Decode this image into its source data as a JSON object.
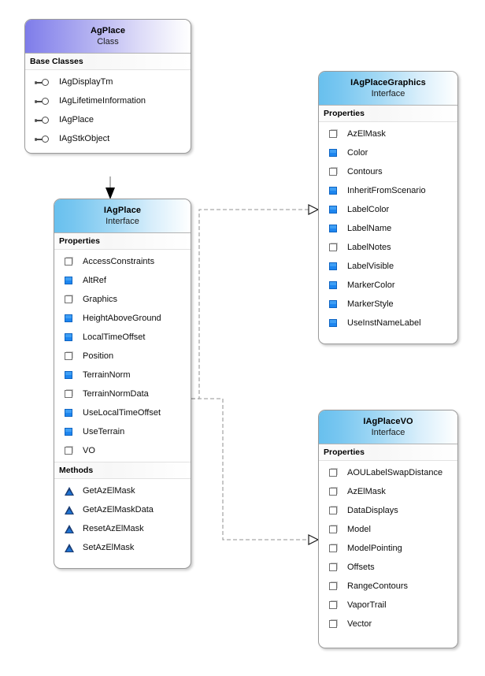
{
  "diagram": {
    "title": "AgPlace class diagram",
    "colors": {
      "class_header_accent": "#7e7ce9",
      "interface_header_accent": "#68c0ee",
      "property_set_icon": "#1e86ef",
      "property_unset_icon": "#ffffff",
      "method_icon": "#1b3c73",
      "box_border": "#9a9a9a",
      "connector": "#8c8c8c"
    }
  },
  "boxes": {
    "ag_place": {
      "title": "AgPlace",
      "stereotype": "Class",
      "sections": [
        {
          "heading": "Base Classes",
          "members": [
            {
              "label": "IAgDisplayTm",
              "icon": "lollipop-icon"
            },
            {
              "label": "IAgLifetimeInformation",
              "icon": "lollipop-icon"
            },
            {
              "label": "IAgPlace",
              "icon": "lollipop-icon"
            },
            {
              "label": "IAgStkObject",
              "icon": "lollipop-icon"
            }
          ]
        }
      ]
    },
    "iag_place": {
      "title": "IAgPlace",
      "stereotype": "Interface",
      "sections": [
        {
          "heading": "Properties",
          "members": [
            {
              "label": "AccessConstraints",
              "icon": "property-unset-icon"
            },
            {
              "label": "AltRef",
              "icon": "property-set-icon"
            },
            {
              "label": "Graphics",
              "icon": "property-unset-icon"
            },
            {
              "label": "HeightAboveGround",
              "icon": "property-set-icon"
            },
            {
              "label": "LocalTimeOffset",
              "icon": "property-set-icon"
            },
            {
              "label": "Position",
              "icon": "property-unset-icon"
            },
            {
              "label": "TerrainNorm",
              "icon": "property-set-icon"
            },
            {
              "label": "TerrainNormData",
              "icon": "property-unset-icon"
            },
            {
              "label": "UseLocalTimeOffset",
              "icon": "property-set-icon"
            },
            {
              "label": "UseTerrain",
              "icon": "property-set-icon"
            },
            {
              "label": "VO",
              "icon": "property-unset-icon"
            }
          ]
        },
        {
          "heading": "Methods",
          "members": [
            {
              "label": "GetAzElMask",
              "icon": "method-icon"
            },
            {
              "label": "GetAzElMaskData",
              "icon": "method-icon"
            },
            {
              "label": "ResetAzElMask",
              "icon": "method-icon"
            },
            {
              "label": "SetAzElMask",
              "icon": "method-icon"
            }
          ]
        }
      ]
    },
    "iag_place_graphics": {
      "title": "IAgPlaceGraphics",
      "stereotype": "Interface",
      "sections": [
        {
          "heading": "Properties",
          "members": [
            {
              "label": "AzElMask",
              "icon": "property-unset-icon"
            },
            {
              "label": "Color",
              "icon": "property-set-icon"
            },
            {
              "label": "Contours",
              "icon": "property-unset-icon"
            },
            {
              "label": "InheritFromScenario",
              "icon": "property-set-icon"
            },
            {
              "label": "LabelColor",
              "icon": "property-set-icon"
            },
            {
              "label": "LabelName",
              "icon": "property-set-icon"
            },
            {
              "label": "LabelNotes",
              "icon": "property-unset-icon"
            },
            {
              "label": "LabelVisible",
              "icon": "property-set-icon"
            },
            {
              "label": "MarkerColor",
              "icon": "property-set-icon"
            },
            {
              "label": "MarkerStyle",
              "icon": "property-set-icon"
            },
            {
              "label": "UseInstNameLabel",
              "icon": "property-set-icon"
            }
          ]
        }
      ]
    },
    "iag_place_vo": {
      "title": "IAgPlaceVO",
      "stereotype": "Interface",
      "sections": [
        {
          "heading": "Properties",
          "members": [
            {
              "label": "AOULabelSwapDistance",
              "icon": "property-unset-icon"
            },
            {
              "label": "AzElMask",
              "icon": "property-unset-icon"
            },
            {
              "label": "DataDisplays",
              "icon": "property-unset-icon"
            },
            {
              "label": "Model",
              "icon": "property-unset-icon"
            },
            {
              "label": "ModelPointing",
              "icon": "property-unset-icon"
            },
            {
              "label": "Offsets",
              "icon": "property-unset-icon"
            },
            {
              "label": "RangeContours",
              "icon": "property-unset-icon"
            },
            {
              "label": "VaporTrail",
              "icon": "property-unset-icon"
            },
            {
              "label": "Vector",
              "icon": "property-unset-icon"
            }
          ]
        }
      ]
    }
  },
  "connectors": [
    {
      "name": "generalization-agplace-to-iagplace",
      "from": "AgPlace",
      "to": "IAgPlace",
      "style": "solid",
      "arrow": "filled-triangle"
    },
    {
      "name": "dependency-iagplace-to-iagplacegraphics",
      "from": "IAgPlace",
      "to": "IAgPlaceGraphics",
      "style": "dashed",
      "arrow": "hollow-triangle"
    },
    {
      "name": "dependency-iagplace-to-iagplacevo",
      "from": "IAgPlace",
      "to": "IAgPlaceVO",
      "style": "dashed",
      "arrow": "hollow-triangle"
    }
  ]
}
